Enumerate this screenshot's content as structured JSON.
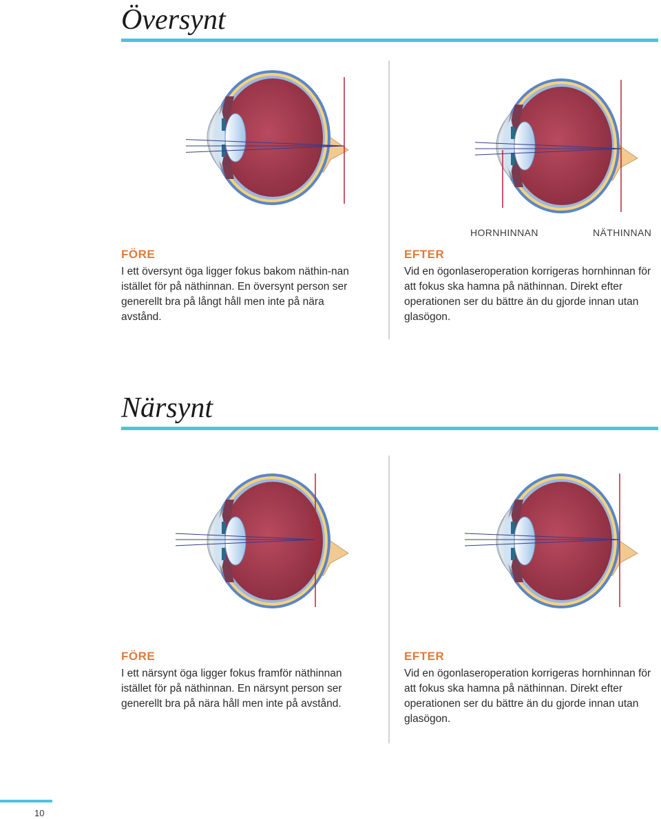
{
  "colors": {
    "accent": "#4fc3dc",
    "tag": "#e07a3a",
    "retina_line": "#b3263a",
    "ray": "#3a3a8a"
  },
  "hyperopia": {
    "title": "Översynt",
    "before": {
      "tag": "FÖRE",
      "text": "I ett översynt öga ligger fokus bakom näthin-nan istället för på näthinnan. En översynt person ser generellt bra på långt håll men inte på nära avstånd."
    },
    "after": {
      "callout_cornea": "HORNHINNAN",
      "callout_retina": "NÄTHINNAN",
      "tag": "EFTER",
      "text": "Vid en ögonlaseroperation korrigeras hornhinnan för att fokus ska hamna på näthinnan. Direkt efter operationen ser du bättre än du gjorde innan utan glasögon."
    }
  },
  "myopia": {
    "title": "Närsynt",
    "before": {
      "tag": "FÖRE",
      "text": "I ett närsynt öga ligger fokus framför näthinnan istället för på näthinnan. En närsynt person ser generellt bra på nära håll men inte på avstånd."
    },
    "after": {
      "tag": "EFTER",
      "text": "Vid en ögonlaseroperation korrigeras hornhinnan för att fokus ska hamna på näthinnan. Direkt efter operationen ser du bättre än du gjorde innan utan glasögon."
    }
  },
  "footer": {
    "page_number": "10"
  }
}
